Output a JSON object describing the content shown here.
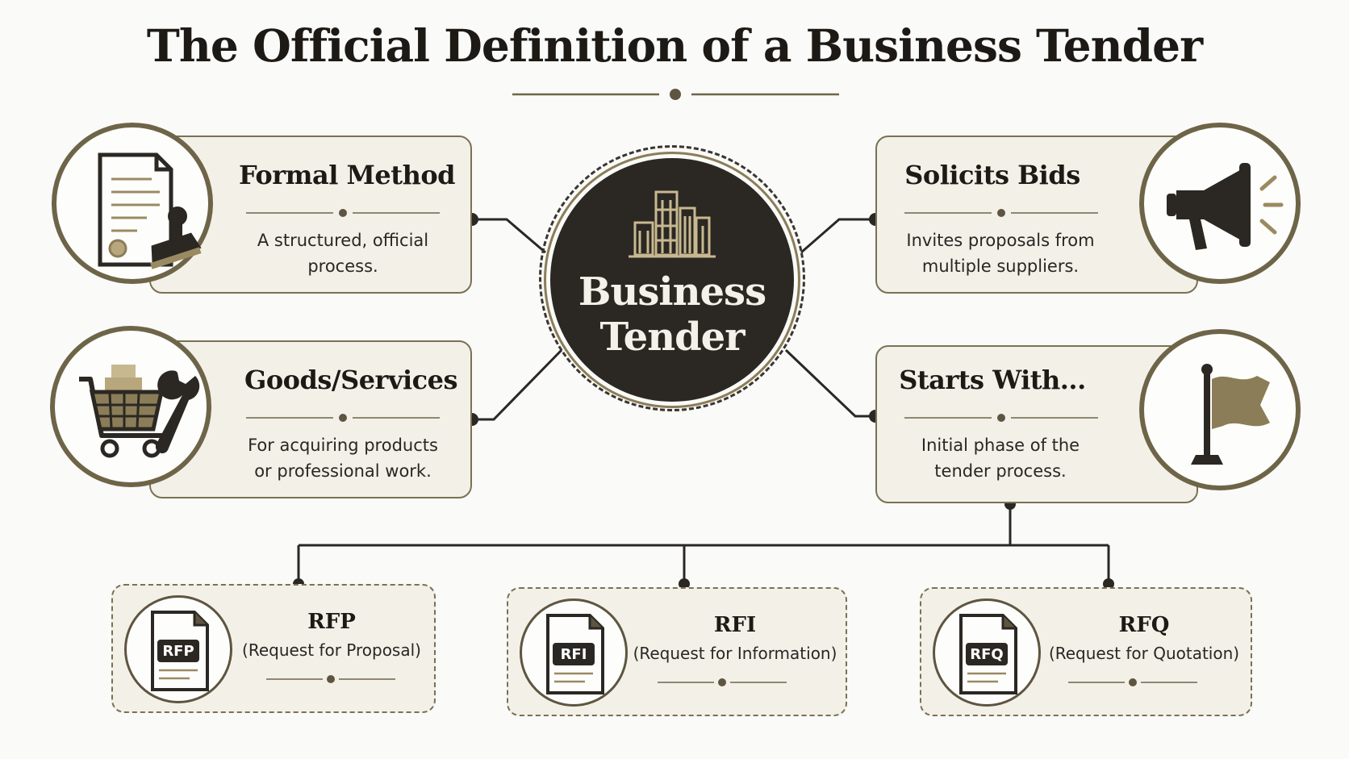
{
  "title": "The Official Definition of a Business Tender",
  "center": {
    "label": "Business\nTender"
  },
  "cards": {
    "formal_method": {
      "title": "Formal Method",
      "desc": "A structured, official process.",
      "icon": "document-stamp-icon"
    },
    "goods_services": {
      "title": "Goods/Services",
      "desc": "For acquiring products or professional work.",
      "icon": "shopping-cart-wrench-icon"
    },
    "solicits_bids": {
      "title": "Solicits Bids",
      "desc": "Invites proposals from multiple suppliers.",
      "icon": "megaphone-icon"
    },
    "starts_with": {
      "title": "Starts With...",
      "desc": "Initial phase of the tender process.",
      "icon": "flag-icon"
    }
  },
  "requests": [
    {
      "code": "RFP",
      "title": "RFP",
      "sub": "(Request for Proposal)",
      "icon": "document-icon"
    },
    {
      "code": "RFI",
      "title": "RFI",
      "sub": "(Request for Information)",
      "icon": "document-icon"
    },
    {
      "code": "RFQ",
      "title": "RFQ",
      "sub": "(Request for Quotation)",
      "icon": "document-icon"
    }
  ],
  "colors": {
    "accent": "#7a7154",
    "dark": "#2b2823",
    "card_bg": "#f3f0e8",
    "gold": "#9a8a62"
  }
}
